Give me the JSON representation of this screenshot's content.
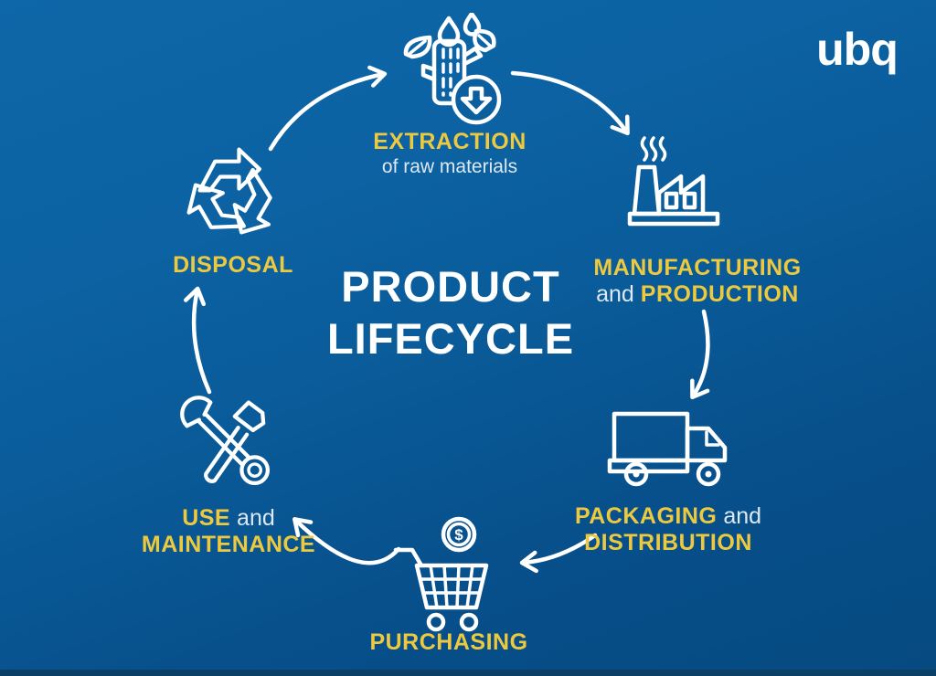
{
  "logo": {
    "text": "ubq"
  },
  "title": {
    "line1": "PRODUCT",
    "line2": "LIFECYCLE"
  },
  "stages": [
    {
      "name": "extraction",
      "line1": [
        {
          "t": "EXTRACTION",
          "c": "accent"
        }
      ],
      "line2": [
        {
          "t": "of raw materials",
          "c": "plain"
        }
      ]
    },
    {
      "name": "manufacturing-production",
      "line1": [
        {
          "t": "MANUFACTURING",
          "c": "accent"
        }
      ],
      "line2": [
        {
          "t": "and ",
          "c": "plain"
        },
        {
          "t": "PRODUCTION",
          "c": "accent"
        }
      ]
    },
    {
      "name": "packaging-distribution",
      "line1": [
        {
          "t": "PACKAGING",
          "c": "accent"
        },
        {
          "t": " and",
          "c": "plain"
        }
      ],
      "line2": [
        {
          "t": "DISTRIBUTION",
          "c": "accent"
        }
      ]
    },
    {
      "name": "purchasing",
      "line1": [
        {
          "t": "PURCHASING",
          "c": "accent"
        }
      ],
      "line2": []
    },
    {
      "name": "use-maintenance",
      "line1": [
        {
          "t": "USE",
          "c": "accent"
        },
        {
          "t": " and",
          "c": "plain"
        }
      ],
      "line2": [
        {
          "t": "MAINTENANCE",
          "c": "accent"
        }
      ]
    },
    {
      "name": "disposal",
      "line1": [
        {
          "t": "DISPOSAL",
          "c": "accent"
        }
      ],
      "line2": []
    }
  ],
  "icons": {
    "coin_symbol": "$"
  },
  "colors": {
    "accent_yellow": "#ecc93f",
    "text_soft": "#dde8f2",
    "title_white": "#ffffff",
    "bg_top": "#0e67a8",
    "bg_bottom": "#064a80",
    "line_white": "#ffffff"
  }
}
